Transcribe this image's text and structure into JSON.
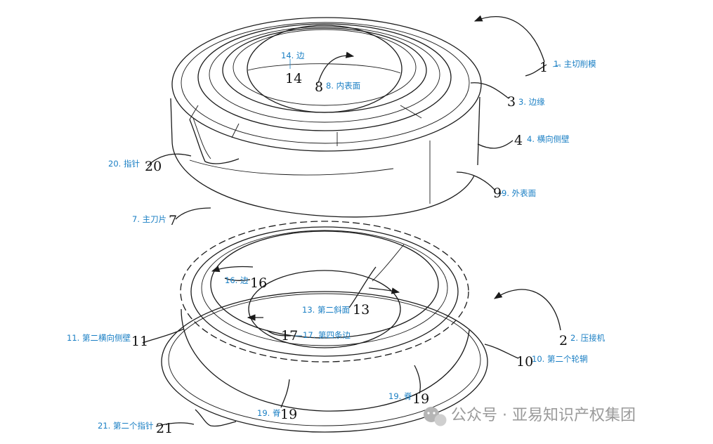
{
  "callouts": {
    "c1": {
      "num": "1",
      "label": "1. 主切削模"
    },
    "c3": {
      "num": "3",
      "label": "3. 边缘"
    },
    "c4": {
      "num": "4",
      "label": "4. 横向侧壁"
    },
    "c9": {
      "num": "9",
      "label": "9. 外表面"
    },
    "c14": {
      "num": "14",
      "label": "14. 边"
    },
    "c8": {
      "num": "8",
      "label": "8. 内表面"
    },
    "c20": {
      "num": "20",
      "label": "20. 指针"
    },
    "c7": {
      "num": "7",
      "label": "7. 主刀片"
    },
    "c16": {
      "num": "16",
      "label": "16. 边"
    },
    "c13": {
      "num": "13",
      "label": "13. 第二斜面"
    },
    "c17": {
      "num": "17",
      "label": "17. 第四条边"
    },
    "c11": {
      "num": "11",
      "label": "11. 第二横向侧壁"
    },
    "c2": {
      "num": "2",
      "label": "2. 压接机"
    },
    "c10": {
      "num": "10",
      "label": "10. 第二个轮辋"
    },
    "c19a": {
      "num": "19",
      "label": "19. 脊"
    },
    "c19b": {
      "num": "19",
      "label": "19. 脊"
    },
    "c21": {
      "num": "21",
      "label": "21. 第二个指针"
    }
  },
  "watermark": {
    "text": "公众号 · 亚易知识产权集团",
    "icon": "wechat-logo-icon"
  }
}
